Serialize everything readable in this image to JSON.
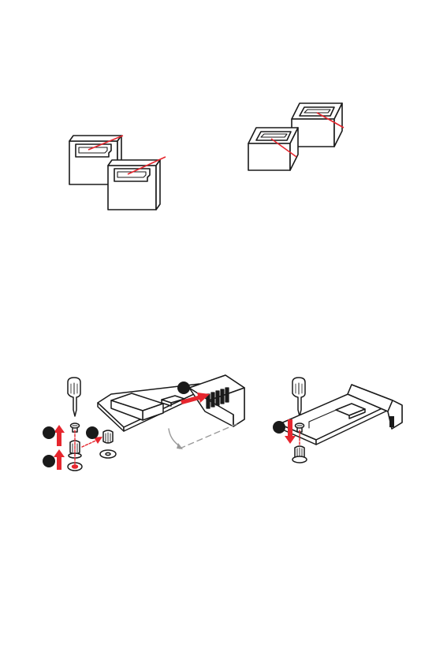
{
  "figures": [
    {
      "id": "sata-connectors-upright",
      "caption": ""
    },
    {
      "id": "sata-connectors-flat",
      "caption": ""
    },
    {
      "id": "m2-remove-standoff",
      "caption": ""
    },
    {
      "id": "m2-secure-screw",
      "caption": ""
    }
  ],
  "steps": {
    "step_a": "",
    "step_b": "",
    "step_c": "",
    "step_d": ""
  },
  "colors": {
    "line": "#1a1a1a",
    "accent": "#e6262e",
    "gray": "#9a9a9a",
    "card_fill": "#ffffff"
  }
}
